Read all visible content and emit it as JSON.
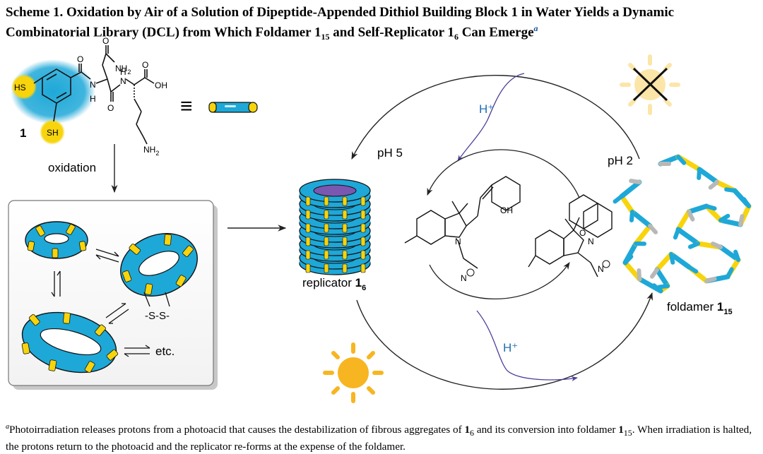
{
  "scheme": {
    "title_part1": "Scheme 1. Oxidation by Air of a Solution of Dipeptide-Appended Dithiol Building Block 1 in Water Yields a Dynamic Combinatorial Library (DCL) from Which Foldamer 1",
    "title_sub1": "15",
    "title_part2": " and Self-Replicator 1",
    "title_sub2": "6",
    "title_part3": " Can Emerge",
    "title_footnote": "a"
  },
  "molecule": {
    "label_hs": "HS",
    "label_sh": "SH",
    "label_number": "1",
    "label_nh2_top": "NH",
    "label_nh2_top_sub": "2",
    "label_nh2_bottom": "NH",
    "label_nh2_bottom_sub": "2",
    "label_o_a": "O",
    "label_o_b": "O",
    "label_o_c": "O",
    "label_o_d": "O",
    "label_n_a": "N",
    "label_h_a": "H",
    "label_n_b": "N",
    "label_h_b": "H",
    "label_oh": "OH",
    "equiv": "≡"
  },
  "library": {
    "oxidation_label": "oxidation",
    "ss_label": "-S-S-",
    "etc_label": "etc."
  },
  "cycle": {
    "replicator_label": "replicator ",
    "replicator_number": "1",
    "replicator_sub": "6",
    "foldamer_label": "foldamer ",
    "foldamer_number": "1",
    "foldamer_sub": "15",
    "ph5_label": "pH 5",
    "ph2_label": "pH 2",
    "proton_top": "H⁺",
    "proton_bottom": "H⁺",
    "oh_label": "OH",
    "n_left": "N",
    "n_plus_left": "N",
    "n_right": "N",
    "n_plus_right": "N",
    "o_right": "O"
  },
  "caption": {
    "footnote_mark": "a",
    "text1": "Photoirradiation releases protons from a photoacid that causes the destabilization of fibrous aggregates of ",
    "bold1": "1",
    "sub1": "6",
    "text2": " and its conversion into foldamer ",
    "bold2": "1",
    "sub2": "15",
    "text3": ". When irradiation is halted, the protons return to the photoacid and the replicator re-forms at the expense of the foldamer."
  },
  "colors": {
    "blue": "#1ea8d8",
    "yellow": "#f7d40c",
    "purple": "#7a57b0",
    "proton_blue": "#1f6fb4",
    "sun": "#f7b521",
    "grey": "#b8b8b8"
  }
}
